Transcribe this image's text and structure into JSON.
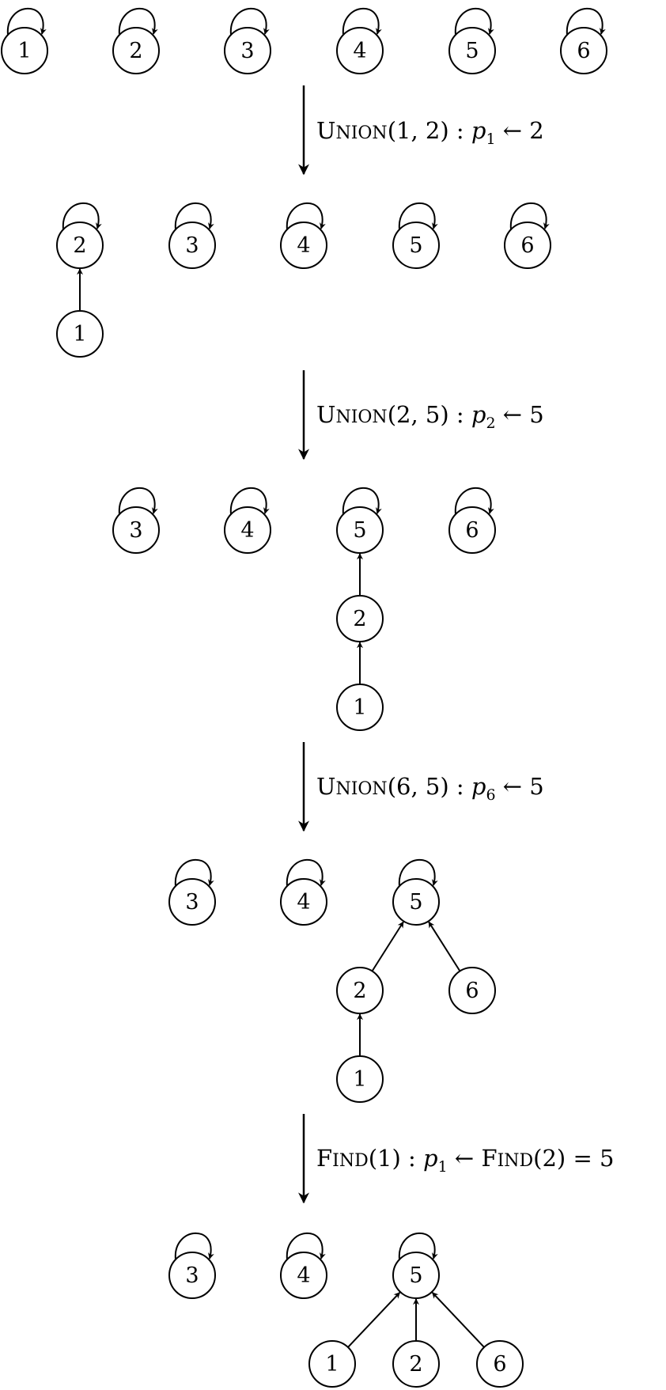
{
  "stages": [
    {
      "nodes": [
        {
          "id": "1",
          "label": "1",
          "parent": "1"
        },
        {
          "id": "2",
          "label": "2",
          "parent": "2"
        },
        {
          "id": "3",
          "label": "3",
          "parent": "3"
        },
        {
          "id": "4",
          "label": "4",
          "parent": "4"
        },
        {
          "id": "5",
          "label": "5",
          "parent": "5"
        },
        {
          "id": "6",
          "label": "6",
          "parent": "6"
        }
      ]
    },
    {
      "nodes": [
        {
          "id": "2",
          "label": "2",
          "parent": "2"
        },
        {
          "id": "1",
          "label": "1",
          "parent": "2"
        },
        {
          "id": "3",
          "label": "3",
          "parent": "3"
        },
        {
          "id": "4",
          "label": "4",
          "parent": "4"
        },
        {
          "id": "5",
          "label": "5",
          "parent": "5"
        },
        {
          "id": "6",
          "label": "6",
          "parent": "6"
        }
      ]
    },
    {
      "nodes": [
        {
          "id": "3",
          "label": "3",
          "parent": "3"
        },
        {
          "id": "4",
          "label": "4",
          "parent": "4"
        },
        {
          "id": "5",
          "label": "5",
          "parent": "5"
        },
        {
          "id": "2",
          "label": "2",
          "parent": "5"
        },
        {
          "id": "1",
          "label": "1",
          "parent": "2"
        },
        {
          "id": "6",
          "label": "6",
          "parent": "6"
        }
      ]
    },
    {
      "nodes": [
        {
          "id": "3",
          "label": "3",
          "parent": "3"
        },
        {
          "id": "4",
          "label": "4",
          "parent": "4"
        },
        {
          "id": "5",
          "label": "5",
          "parent": "5"
        },
        {
          "id": "2",
          "label": "2",
          "parent": "5"
        },
        {
          "id": "6",
          "label": "6",
          "parent": "5"
        },
        {
          "id": "1",
          "label": "1",
          "parent": "2"
        }
      ]
    },
    {
      "nodes": [
        {
          "id": "3",
          "label": "3",
          "parent": "3"
        },
        {
          "id": "4",
          "label": "4",
          "parent": "4"
        },
        {
          "id": "5",
          "label": "5",
          "parent": "5"
        },
        {
          "id": "1",
          "label": "1",
          "parent": "5"
        },
        {
          "id": "2",
          "label": "2",
          "parent": "5"
        },
        {
          "id": "6",
          "label": "6",
          "parent": "5"
        }
      ]
    }
  ],
  "transitions": [
    {
      "op": "Union",
      "args": "(1, 2)",
      "colon": " : ",
      "p": "p",
      "sub": "1",
      "rest": " ← 2"
    },
    {
      "op": "Union",
      "args": "(2, 5)",
      "colon": " : ",
      "p": "p",
      "sub": "2",
      "rest": " ← 5"
    },
    {
      "op": "Union",
      "args": "(6, 5)",
      "colon": " : ",
      "p": "p",
      "sub": "6",
      "rest": " ← 5"
    },
    {
      "op": "Find",
      "args": "(1)",
      "colon": " : ",
      "p": "p",
      "sub": "1",
      "rest": " ← ",
      "op2": "Find",
      "rest2": "(2) = 5"
    }
  ]
}
